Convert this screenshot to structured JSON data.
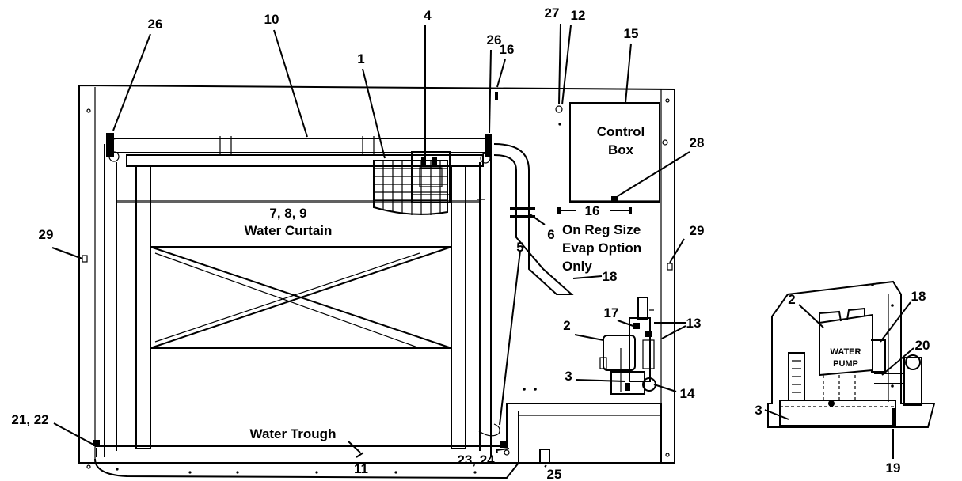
{
  "callouts": {
    "c1": "1",
    "c2_main": "2",
    "c2_inset": "2",
    "c3_main": "3",
    "c3_inset": "3",
    "c4": "4",
    "c5": "5",
    "c6": "6",
    "c10": "10",
    "c11": "11",
    "c12": "12",
    "c13": "13",
    "c14": "14",
    "c15": "15",
    "c16_top": "16",
    "c17": "17",
    "c18_main": "18",
    "c18_inset": "18",
    "c19": "19",
    "c20": "20",
    "c21_22": "21, 22",
    "c23_24": "23, 24",
    "c25": "25",
    "c26_left": "26",
    "c26_right": "26",
    "c27": "27",
    "c28": "28",
    "c29_left": "29",
    "c29_right": "29"
  },
  "labels": {
    "control_box_line1": "Control",
    "control_box_line2": "Box",
    "curtain_numbers": "7, 8, 9",
    "curtain_name": "Water Curtain",
    "trough": "Water Trough",
    "option_16": "16",
    "option_line1": "On Reg Size",
    "option_line2": "Evap Option",
    "option_line3": "Only",
    "pump_line1": "WATER",
    "pump_line2": "PUMP"
  }
}
